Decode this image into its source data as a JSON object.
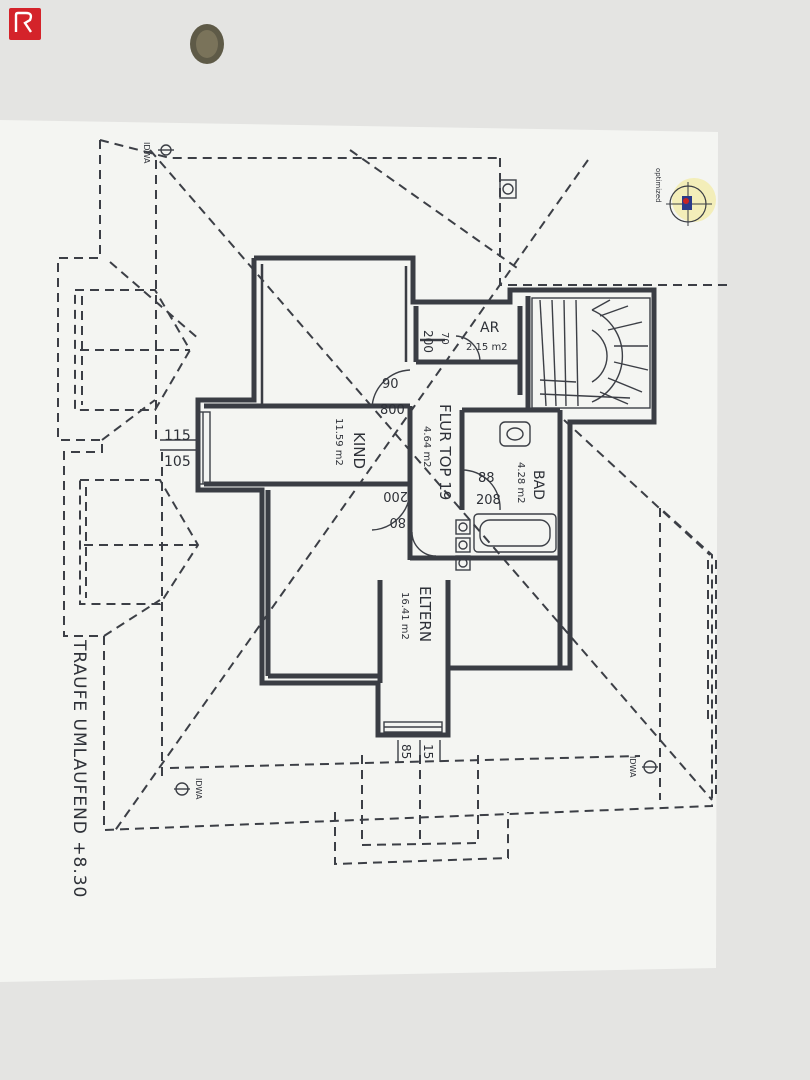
{
  "app_logo": "app-logo",
  "plan": {
    "rooms": {
      "kind": {
        "name": "KIND",
        "area": "11.59 m2"
      },
      "flur": {
        "name": "FLUR TOP 19",
        "area": "4.64 m2"
      },
      "ar": {
        "name": "AR",
        "area": "2.15 m2"
      },
      "bad": {
        "name": "BAD",
        "area": "4.28 m2"
      },
      "eltern": {
        "name": "ELTERN",
        "area": "16.41 m2"
      }
    },
    "dims": {
      "d115": "115",
      "d105": "105",
      "d200a": "200",
      "d70": "70",
      "d90": "90",
      "d800": "800",
      "d88": "88",
      "d208": "208",
      "d200b": "200",
      "d80": "80",
      "d85": "85",
      "d15": "15"
    },
    "labels": {
      "dwa1": "IDWA",
      "dwa2": "IDWA",
      "dwa3": "IDWA"
    },
    "caption": "TRAUFE UMLAUFEND +8.30"
  },
  "stamp": {
    "text": "optimized"
  }
}
